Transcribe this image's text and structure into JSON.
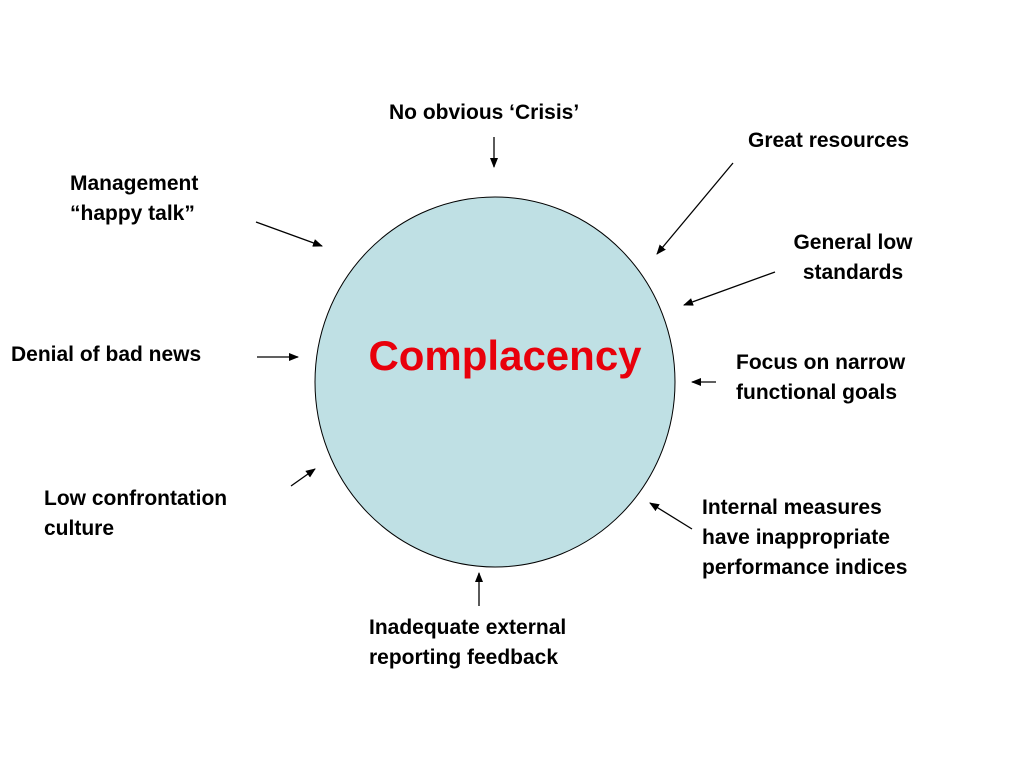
{
  "diagram": {
    "center": {
      "label": "Complacency",
      "text_color": "#e8000b",
      "fill_color": "#bfe0e4"
    },
    "causes": {
      "no_crisis": {
        "lines": [
          "No obvious ‘Crisis’"
        ]
      },
      "great_resources": {
        "lines": [
          "Great resources"
        ]
      },
      "happy_talk": {
        "lines": [
          "Management",
          "“happy talk”"
        ]
      },
      "low_standards": {
        "lines": [
          "General low",
          "standards"
        ]
      },
      "denial": {
        "lines": [
          "Denial of bad news"
        ]
      },
      "narrow_goals": {
        "lines": [
          "Focus on narrow",
          "functional goals"
        ]
      },
      "low_confrontation": {
        "lines": [
          "Low confrontation",
          "culture"
        ]
      },
      "internal_measures": {
        "lines": [
          "Internal measures",
          "have inappropriate",
          "performance indices"
        ]
      },
      "external_feedback": {
        "lines": [
          "Inadequate external",
          "reporting feedback"
        ]
      }
    }
  }
}
